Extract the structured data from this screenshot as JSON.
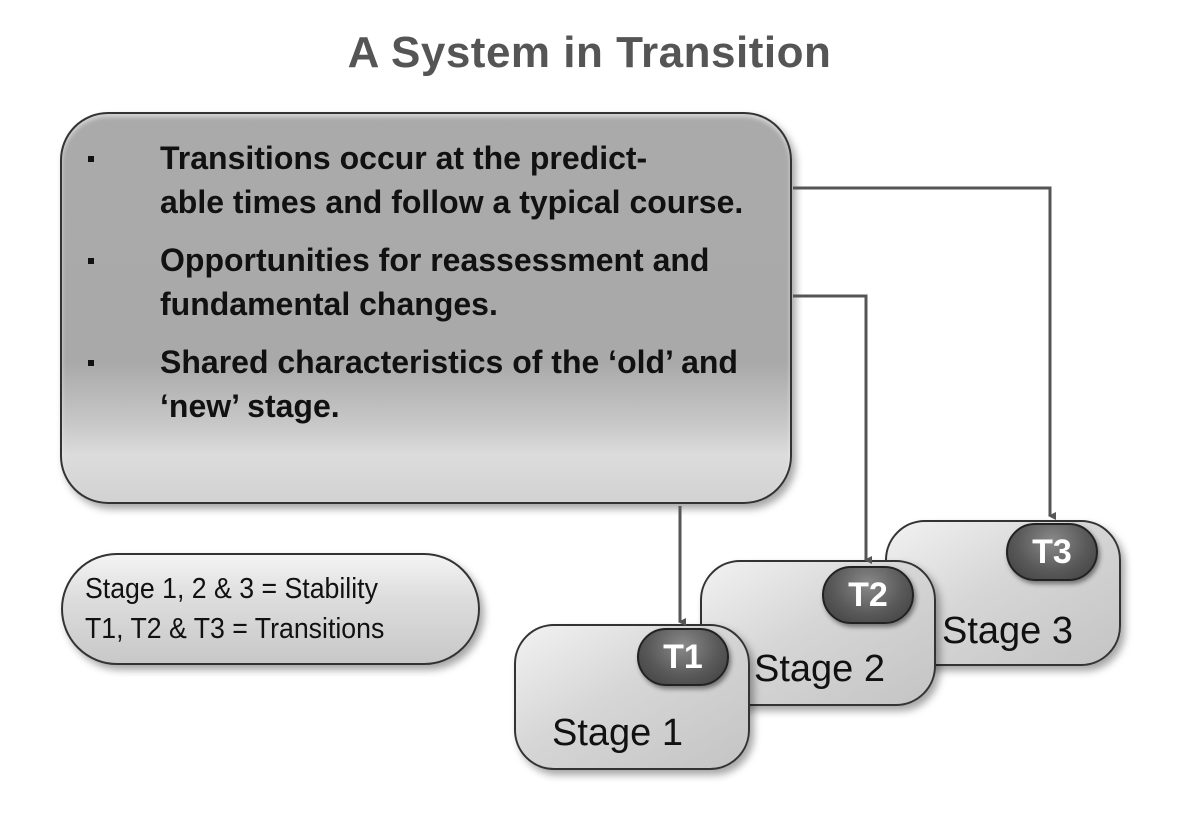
{
  "title": "A System in Transition",
  "bullets": [
    "Transitions occur at the predict-\nable times and follow a typical course.",
    "Opportunities for reassessment and fundamental changes.",
    "Shared characteristics of the ‘old’ and ‘new’ stage."
  ],
  "legend": {
    "line1": "Stage 1, 2 & 3 = Stability",
    "line2": "T1, T2 & T3 = Transitions"
  },
  "stages": [
    {
      "label": "Stage 1",
      "transition": "T1"
    },
    {
      "label": "Stage 2",
      "transition": "T2"
    },
    {
      "label": "Stage 3",
      "transition": "T3"
    }
  ],
  "colors": {
    "box_fill": "#aaaaaa",
    "badge_fill": "#5a5a5a",
    "arrow": "#555555",
    "title": "#555555"
  }
}
